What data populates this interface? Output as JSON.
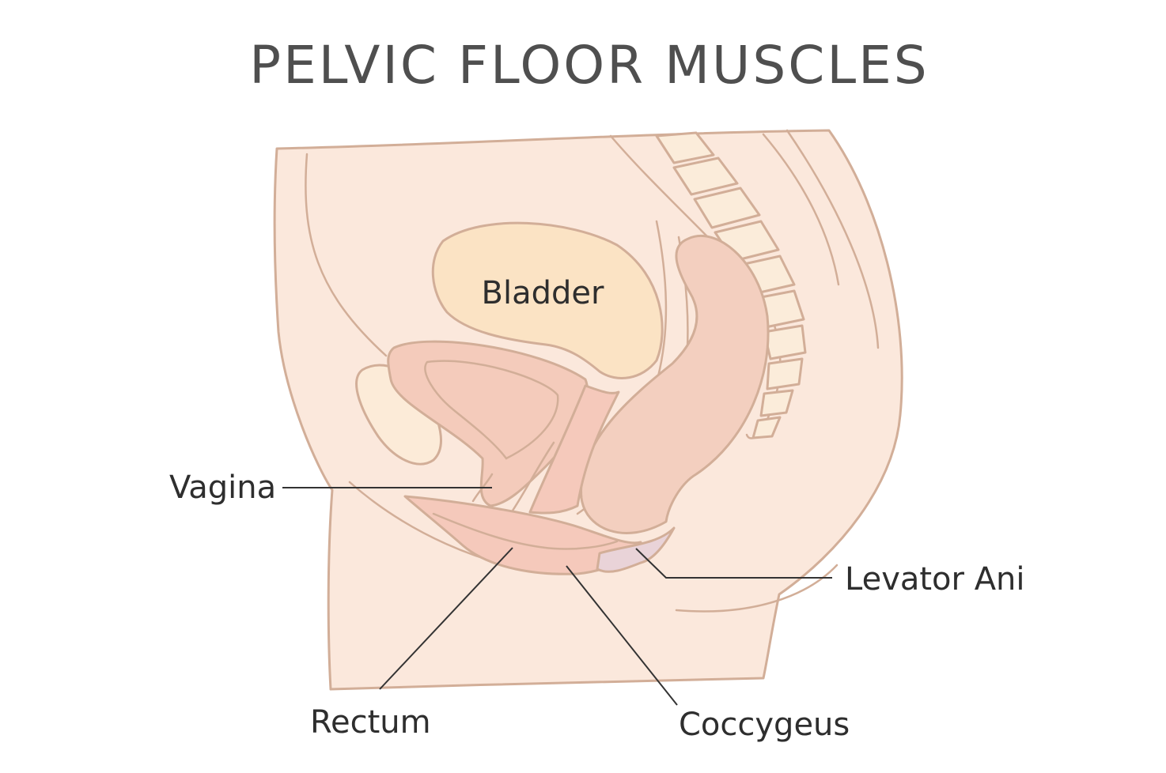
{
  "title": "PELVIC FLOOR MUSCLES",
  "labels": {
    "bladder": "Bladder",
    "vagina": "Vagina",
    "levator_ani": "Levator Ani",
    "rectum": "Rectum",
    "coccygeus": "Coccygeus"
  },
  "colors": {
    "skin": "#fbe8dc",
    "bladder": "#fbe3c4",
    "uterus": "#f4cbbb",
    "uterus_inner": "#efbcab",
    "rectum": "#f3cfbf",
    "muscle": "#f5c9bb",
    "coccygeus": "#e9d3d8",
    "vertebra": "#fbecda",
    "pubic_bone": "#fcebd8",
    "outline": "#d2ae98",
    "text": "#2e2e2e",
    "title": "#4f4f4f"
  }
}
